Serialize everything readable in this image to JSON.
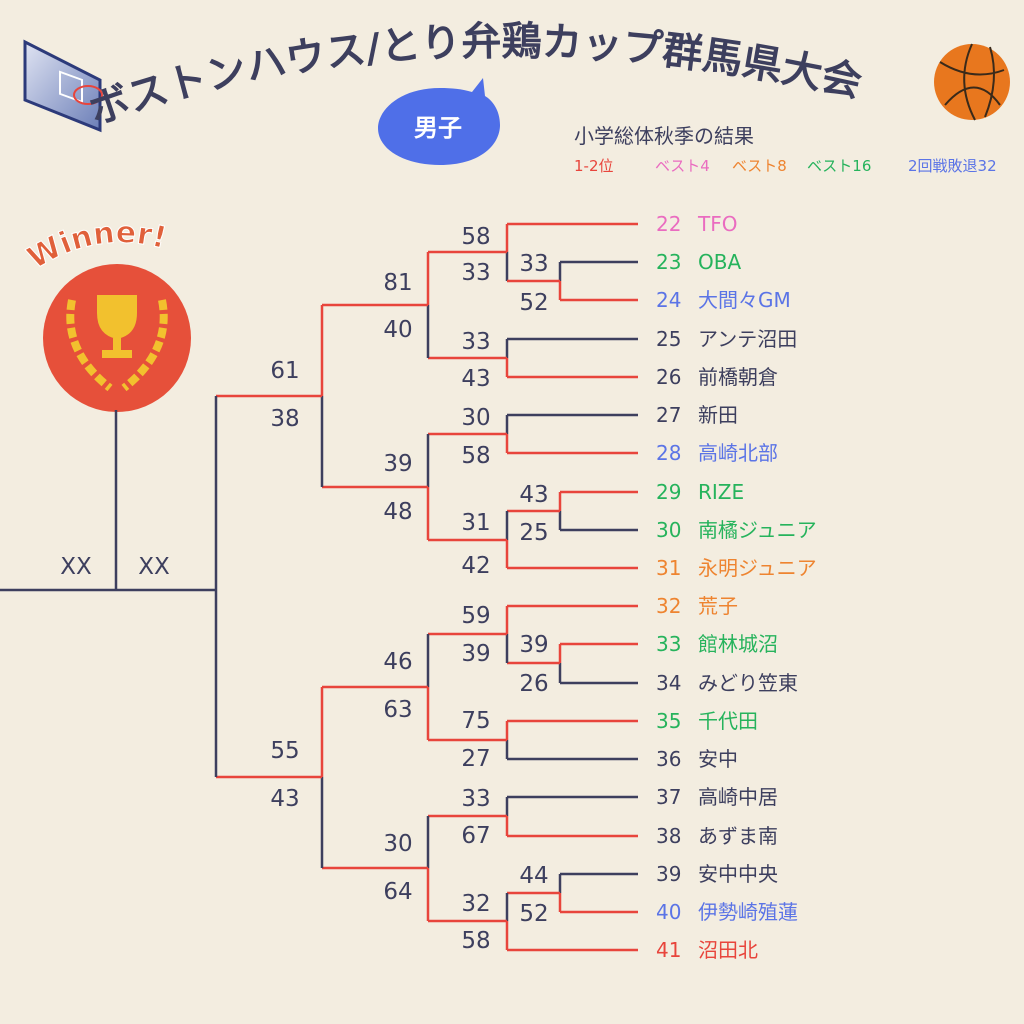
{
  "title": "ボストンハウス/とり弁鶏カップ群馬県大会",
  "division": "男子",
  "subtitle": "小学総体秋季の結果",
  "legend": [
    {
      "label": "1-2位",
      "color": "#e8453c"
    },
    {
      "label": "ベスト4",
      "color": "#ea6cc0"
    },
    {
      "label": "ベスト8",
      "color": "#ee8430"
    },
    {
      "label": "ベスト16",
      "color": "#26b35c"
    },
    {
      "label": "2回戦敗退32",
      "color": "#5b74e6"
    }
  ],
  "winner_badge": "Winner!",
  "final_scores": [
    "XX",
    "XX"
  ],
  "teams": [
    {
      "num": "22",
      "name": "TFO",
      "color": "#ea6cc0"
    },
    {
      "num": "23",
      "name": "OBA",
      "color": "#26b35c"
    },
    {
      "num": "24",
      "name": "大間々GM",
      "color": "#5b74e6"
    },
    {
      "num": "25",
      "name": "アンテ沼田",
      "color": "#3d3f5e"
    },
    {
      "num": "26",
      "name": "前橋朝倉",
      "color": "#3d3f5e"
    },
    {
      "num": "27",
      "name": "新田",
      "color": "#3d3f5e"
    },
    {
      "num": "28",
      "name": "高崎北部",
      "color": "#5b74e6"
    },
    {
      "num": "29",
      "name": "RIZE",
      "color": "#26b35c"
    },
    {
      "num": "30",
      "name": "南橘ジュニア",
      "color": "#26b35c"
    },
    {
      "num": "31",
      "name": "永明ジュニア",
      "color": "#ee8430"
    },
    {
      "num": "32",
      "name": "荒子",
      "color": "#ee8430"
    },
    {
      "num": "33",
      "name": "館林城沼",
      "color": "#26b35c"
    },
    {
      "num": "34",
      "name": "みどり笠東",
      "color": "#3d3f5e"
    },
    {
      "num": "35",
      "name": "千代田",
      "color": "#26b35c"
    },
    {
      "num": "36",
      "name": "安中",
      "color": "#3d3f5e"
    },
    {
      "num": "37",
      "name": "高崎中居",
      "color": "#3d3f5e"
    },
    {
      "num": "38",
      "name": "あずま南",
      "color": "#3d3f5e"
    },
    {
      "num": "39",
      "name": "安中中央",
      "color": "#3d3f5e"
    },
    {
      "num": "40",
      "name": "伊勢崎殖蓮",
      "color": "#5b74e6"
    },
    {
      "num": "41",
      "name": "沼田北",
      "color": "#e8453c"
    }
  ],
  "scores": [
    "58",
    "33",
    "33",
    "52",
    "33",
    "43",
    "30",
    "58",
    "43",
    "25",
    "31",
    "42",
    "81",
    "40",
    "39",
    "48",
    "61",
    "38",
    "59",
    "39",
    "39",
    "26",
    "75",
    "27",
    "33",
    "67",
    "44",
    "52",
    "32",
    "58",
    "46",
    "63",
    "30",
    "64",
    "55",
    "43"
  ],
  "colors": {
    "background": "#f3ede0",
    "winner_line": "#e8453c",
    "loser_line": "#3d3f5e",
    "bubble": "#4f6fe8",
    "ball": "#e8771e"
  }
}
